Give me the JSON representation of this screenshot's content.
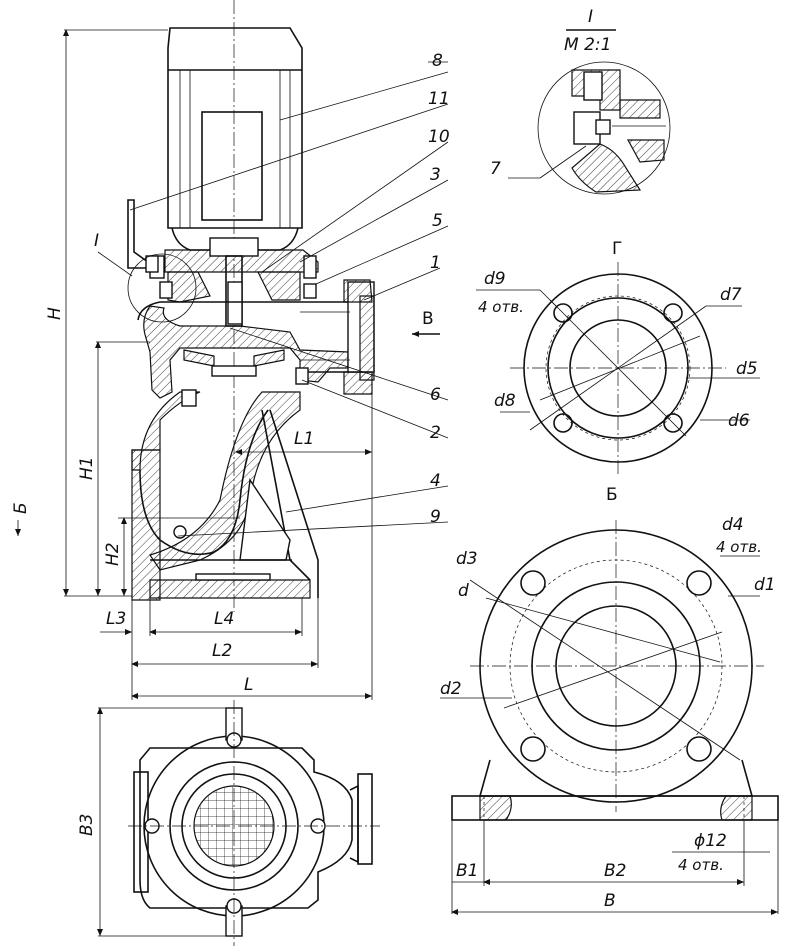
{
  "detail_view": {
    "title": "I",
    "scale": "М 2:1"
  },
  "part_numbers": {
    "p1": "1",
    "p2": "2",
    "p3": "3",
    "p4": "4",
    "p5": "5",
    "p6": "6",
    "p7": "7",
    "p8": "8",
    "p9": "9",
    "p10": "10",
    "p11": "11"
  },
  "detail_mark": "I",
  "arrow_views": {
    "v": "В",
    "b": "Б"
  },
  "main_dims": {
    "H": "H",
    "H1": "H1",
    "H2": "H2",
    "L": "L",
    "L1": "L1",
    "L2": "L2",
    "L3": "L3",
    "L4": "L4",
    "B3": "B3"
  },
  "view_g": {
    "title": "Г",
    "d9": "d9",
    "d9_note": "4 отв.",
    "d7": "d7",
    "d5": "d5",
    "d6": "d6",
    "d8": "d8"
  },
  "view_b": {
    "title": "Б",
    "d4": "d4",
    "d4_note": "4 отв.",
    "d3": "d3",
    "d": "d",
    "d1": "d1",
    "d2": "d2",
    "hole": "ϕ12",
    "hole_note": "4 отв.",
    "B1": "B1",
    "B2": "B2",
    "B": "B"
  }
}
